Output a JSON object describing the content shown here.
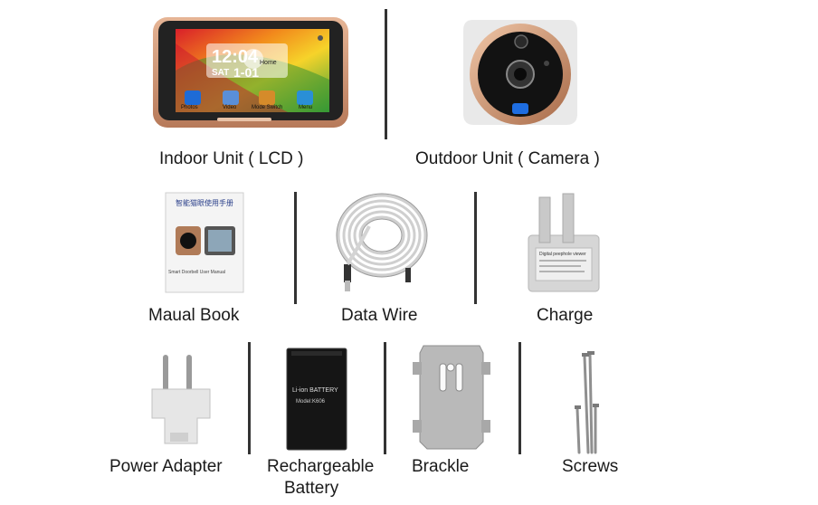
{
  "captions": {
    "indoor": "Indoor Unit ( LCD )",
    "outdoor": "Outdoor Unit ( Camera )",
    "manual": "Maual Book",
    "wire": "Data Wire",
    "charge": "Charge",
    "adapter": "Power Adapter",
    "battery_1": "Rechargeable",
    "battery_2": "Battery",
    "bracket": "Brackle",
    "screws": "Screws"
  },
  "lcd": {
    "time": "12:04",
    "day": "SAT",
    "date": "1-01",
    "home": "Home",
    "apps": [
      "Photos",
      "Video",
      "Mode Switch",
      "Menu"
    ]
  },
  "manual_title": "智能猫眼使用手册",
  "manual_subtitle": "Smart Doorbell User Manual",
  "battery_label": "Li-ion BATTERY",
  "battery_model": "Model:K606",
  "charger_label": "Digital peephole viewer"
}
